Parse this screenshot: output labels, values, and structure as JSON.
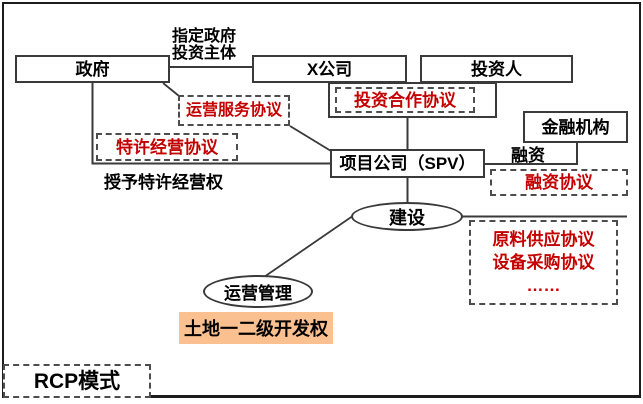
{
  "colors": {
    "accent_red": "#C40000",
    "highlight_orange": "#FAC090",
    "line_color": "#3a3a3a"
  },
  "nodes": {
    "government": "政府",
    "x_company": "X公司",
    "investor": "投资人",
    "financial_institution": "金融机构",
    "spv": "项目公司（SPV）",
    "construction": "建设",
    "operation_management": "运营管理"
  },
  "agreements": {
    "operation_service": "运营服务协议",
    "franchise": "特许经营协议",
    "investment_cooperation": "投资合作协议",
    "financing": "融资协议",
    "material_supply": "原料供应协议",
    "equipment_purchase": "设备采购协议",
    "more": "……"
  },
  "annotations": {
    "designated_government_investor": "指定政府\n投资主体",
    "grant_franchise_right": "授予特许经营权",
    "financing": "融资",
    "land_development_right": "土地一二级开发权",
    "model_name": "RCP模式"
  }
}
